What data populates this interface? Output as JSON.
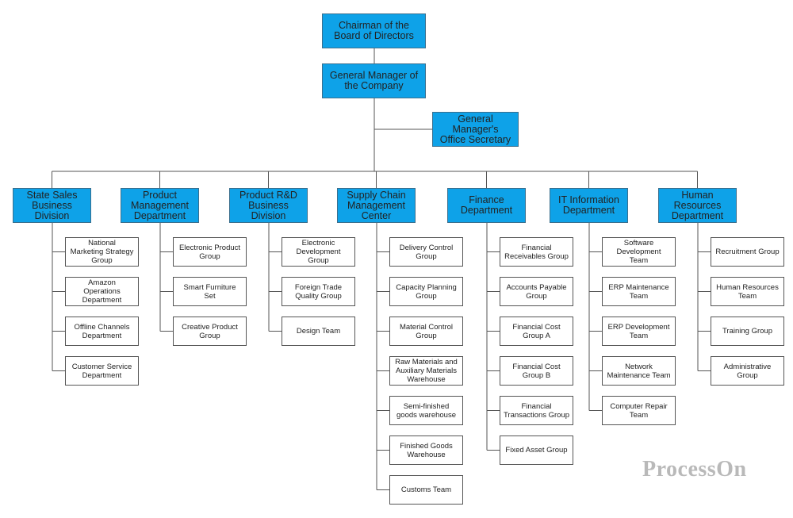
{
  "diagram": {
    "chairman": "Chairman of the\nBoard of Directors",
    "general_manager": "General Manager of\nthe Company",
    "secretary": "General\nManager's\nOffice Secretary",
    "departments": [
      {
        "name": "State Sales\nBusiness\nDivision",
        "groups": [
          "National\nMarketing Strategy\nGroup",
          "Amazon\nOperations\nDepartment",
          "Offline Channels\nDepartment",
          "Customer Service\nDepartment"
        ]
      },
      {
        "name": "Product\nManagement\nDepartment",
        "groups": [
          "Electronic Product\nGroup",
          "Smart Furniture\nSet",
          "Creative Product\nGroup"
        ]
      },
      {
        "name": "Product R&D\nBusiness\nDivision",
        "groups": [
          "Electronic\nDevelopment\nGroup",
          "Foreign Trade\nQuality Group",
          "Design Team"
        ]
      },
      {
        "name": "Supply Chain\nManagement\nCenter",
        "groups": [
          "Delivery Control\nGroup",
          "Capacity Planning\nGroup",
          "Material Control\nGroup",
          "Raw Materials and\nAuxiliary Materials\nWarehouse",
          "Semi-finished\ngoods warehouse",
          "Finished Goods\nWarehouse",
          "Customs Team"
        ]
      },
      {
        "name": "Finance\nDepartment",
        "groups": [
          "Financial\nReceivables Group",
          "Accounts Payable\nGroup",
          "Financial Cost\nGroup A",
          "Financial Cost\nGroup B",
          "Financial\nTransactions Group",
          "Fixed Asset Group"
        ]
      },
      {
        "name": "IT Information\nDepartment",
        "groups": [
          "Software\nDevelopment\nTeam",
          "ERP Maintenance\nTeam",
          "ERP Development\nTeam",
          "Network\nMaintenance Team",
          "Computer Repair\nTeam"
        ]
      },
      {
        "name": "Human\nResources\nDepartment",
        "groups": [
          "Recruitment Group",
          "Human Resources\nTeam",
          "Training Group",
          "Administrative\nGroup"
        ]
      }
    ]
  },
  "watermark": "ProcessOn",
  "colors": {
    "header_fill": "#0ea2e8",
    "line": "#555555"
  }
}
